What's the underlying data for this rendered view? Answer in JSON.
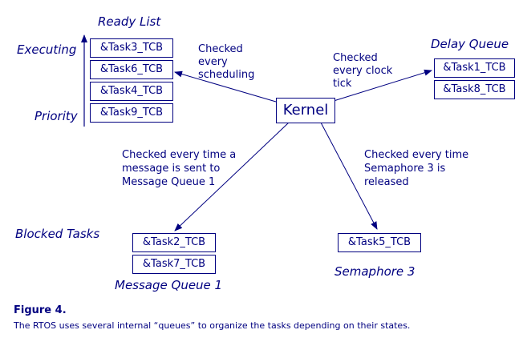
{
  "ready_list": {
    "title": "Ready List",
    "executing_label": "Executing",
    "priority_label": "Priority",
    "tasks": [
      "&Task3_TCB",
      "&Task6_TCB",
      "&Task4_TCB",
      "&Task9_TCB"
    ]
  },
  "delay_queue": {
    "title": "Delay Queue",
    "tasks": [
      "&Task1_TCB",
      "&Task8_TCB"
    ]
  },
  "kernel": {
    "label": "Kernel"
  },
  "annotations": {
    "ready": [
      "Checked",
      "every",
      "scheduling"
    ],
    "delay": [
      "Checked",
      "every clock",
      "tick"
    ],
    "message": [
      "Checked every time a",
      "message is sent to",
      "Message Queue 1"
    ],
    "semaphore": [
      "Checked every time",
      "Semaphore 3 is",
      "released"
    ]
  },
  "blocked": {
    "title": "Blocked Tasks",
    "message_queue": {
      "label": "Message Queue 1",
      "tasks": [
        "&Task2_TCB",
        "&Task7_TCB"
      ]
    },
    "semaphore": {
      "label": "Semaphore 3",
      "tasks": [
        "&Task5_TCB"
      ]
    }
  },
  "figure": {
    "title": "Figure 4.",
    "caption": "The RTOS uses several internal “queues” to organize the tasks depending on their states."
  },
  "colors": {
    "ink": "#000080",
    "background": "#ffffff"
  }
}
